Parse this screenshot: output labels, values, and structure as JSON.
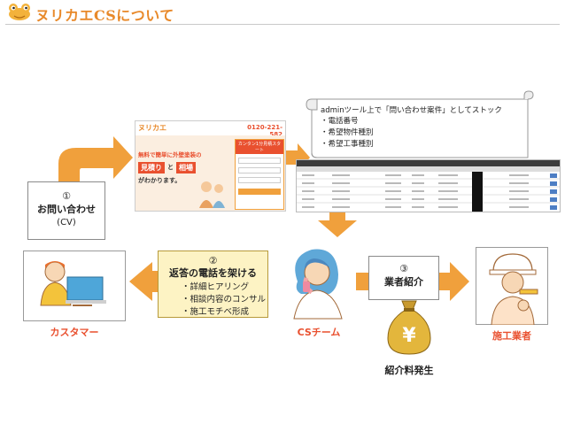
{
  "header": {
    "title": "ヌリカエCSについて"
  },
  "site_preview": {
    "logo": "ヌリカエ",
    "phone": "0120-221-582",
    "headline": "無料で簡単に外壁塗装の",
    "badge_1": "見積り",
    "badge_and": "と",
    "badge_2": "相場",
    "tagline": "がわかります。",
    "cta": "カンタン1分見積スタート"
  },
  "inquiry_box": {
    "number": "①",
    "label": "お問い合わせ",
    "sub": "(CV)"
  },
  "call_box": {
    "number": "②",
    "title": "返答の電話を架ける",
    "bullets": [
      "・詳細ヒアリング",
      "・相談内容のコンサル",
      "・施工モチベ形成"
    ]
  },
  "referral_box": {
    "number": "③",
    "label": "業者紹介"
  },
  "scroll_note": {
    "line1": "adminツール上で「問い合わせ案件」としてストック",
    "items": [
      "・電話番号",
      "・希望物件種別",
      "・希望工事種別"
    ]
  },
  "labels": {
    "customer": "カスタマー",
    "cs_team": "CSチーム",
    "contractor": "施工業者",
    "fee": "紹介料発生"
  },
  "money_bag": {
    "symbol": "¥"
  },
  "colors": {
    "accent": "#f0a03c",
    "label_red": "#e9502f",
    "yellow_box": "#fdf3c4"
  }
}
